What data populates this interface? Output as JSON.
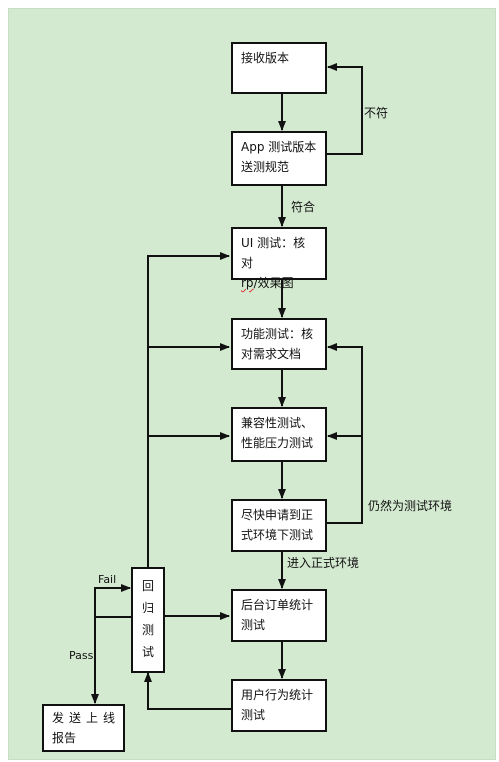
{
  "boxes": {
    "receive": "接收版本",
    "spec_line1": "App 测试版本",
    "spec_line2": "送测规范",
    "ui_line1": "UI 测试：核对",
    "ui_rp": "rp",
    "ui_line2_rest": "/效果图",
    "func_line1": "功能测试：核",
    "func_line2": "对需求文档",
    "compat_line1": "兼容性测试、",
    "compat_line2": "性能压力测试",
    "apply_line1": "尽快申请到正",
    "apply_line2": "式环境下测试",
    "regression": [
      "回",
      "归",
      "测",
      "试"
    ],
    "backend_line1": "后台订单统计",
    "backend_line2": "测试",
    "behavior_line1": "用户行为统计",
    "behavior_line2": "测试",
    "report_line1": "发送上线",
    "report_line2": "报告"
  },
  "edge_labels": {
    "mismatch": "不符",
    "match": "符合",
    "still_test_env": "仍然为测试环境",
    "enter_prod_env": "进入正式环境",
    "fail": "Fail",
    "pass": "Pass"
  }
}
